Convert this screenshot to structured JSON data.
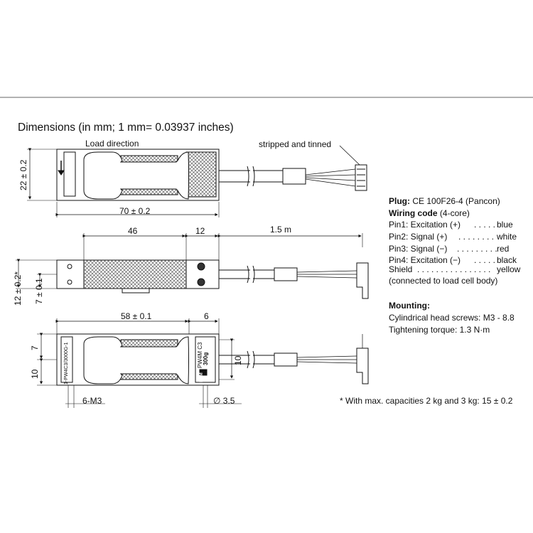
{
  "title": "Dimensions (in mm; 1 mm= 0.03937 inches)",
  "labels": {
    "load_direction": "Load direction",
    "stripped": "stripped and tinned"
  },
  "dims": {
    "d22": "22 ± 0.2",
    "d70": "70 ± 0.2",
    "d46": "46",
    "d12": "12",
    "d15m": "1.5 m",
    "d12s": "12 ± 0.2*",
    "d7a": "7 ± 0.1",
    "d58": "58 ± 0.1",
    "d6": "6",
    "d7b": "7",
    "d10a": "10",
    "d10b": "10",
    "m3": "6-M3",
    "dia": "∅ 3.5"
  },
  "body_text": {
    "serial": "1-PW4C3/3000G-1",
    "model": "PW4M  C3",
    "cap": "300g",
    "brand": "HBM"
  },
  "plug": {
    "label": "Plug:",
    "value": "CE 100F26-4 (Pancon)"
  },
  "wiring": {
    "label": "Wiring code",
    "value": "(4-core)",
    "pins": [
      {
        "name": "Pin1: Excitation (+)",
        "dots": ". . . . .",
        "color": "blue"
      },
      {
        "name": "Pin2: Signal (+)",
        "dots": ". . . . . . . .",
        "color": "white"
      },
      {
        "name": "Pin3: Signal (−)",
        "dots": ". . . . . . . . .",
        "color": "red"
      },
      {
        "name": "Pin4: Excitation (−)",
        "dots": ". . . . .",
        "color": "black"
      },
      {
        "name": "Shield",
        "dots": ". . . . . . . . . . . . . . . .",
        "color": "yellow"
      }
    ],
    "note": "(connected to load cell body)"
  },
  "mounting": {
    "label": "Mounting:",
    "screws": "Cylindrical head screws: M3 - 8.8",
    "torque": "Tightening torque: 1.3 N·m"
  },
  "footnote": "* With max. capacities 2 kg and 3 kg: 15 ± 0.2"
}
